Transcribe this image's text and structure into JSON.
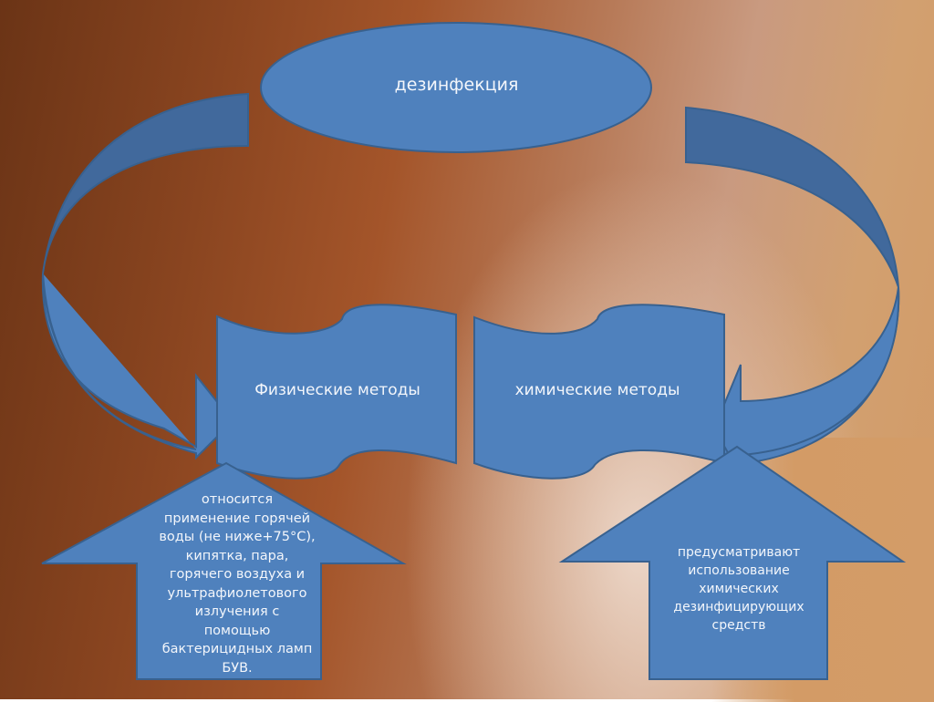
{
  "colors": {
    "shape_fill": "#4f81bd",
    "shape_fill_dark": "#41699c",
    "shape_stroke": "#38618f",
    "text": "#f3f6fb"
  },
  "diagram": {
    "title_node": {
      "label": "дезинфекция",
      "shape": "ellipse"
    },
    "method_nodes": [
      {
        "id": "physical",
        "label": "Физические методы",
        "shape": "wave-banner"
      },
      {
        "id": "chemical",
        "label": "химические методы",
        "shape": "wave-banner"
      }
    ],
    "description_nodes": [
      {
        "id": "physical-desc",
        "shape": "up-arrow",
        "lines": [
          "относится",
          "применение горячей",
          "воды (не ниже+75°С),",
          "кипятка, пара,",
          "горячего воздуха и",
          "ультрафиолетового",
          "излучения с",
          "помощью",
          "бактерицидных ламп",
          "БУВ."
        ]
      },
      {
        "id": "chemical-desc",
        "shape": "up-arrow",
        "lines": [
          "предусматривают",
          "использование",
          "химических",
          "дезинфицирующих",
          "средств"
        ]
      }
    ],
    "connectors": [
      {
        "from": "дезинфекция",
        "to": "Физические методы",
        "shape": "curved-arrow"
      },
      {
        "from": "дезинфекция",
        "to": "химические методы",
        "shape": "curved-arrow"
      }
    ]
  }
}
